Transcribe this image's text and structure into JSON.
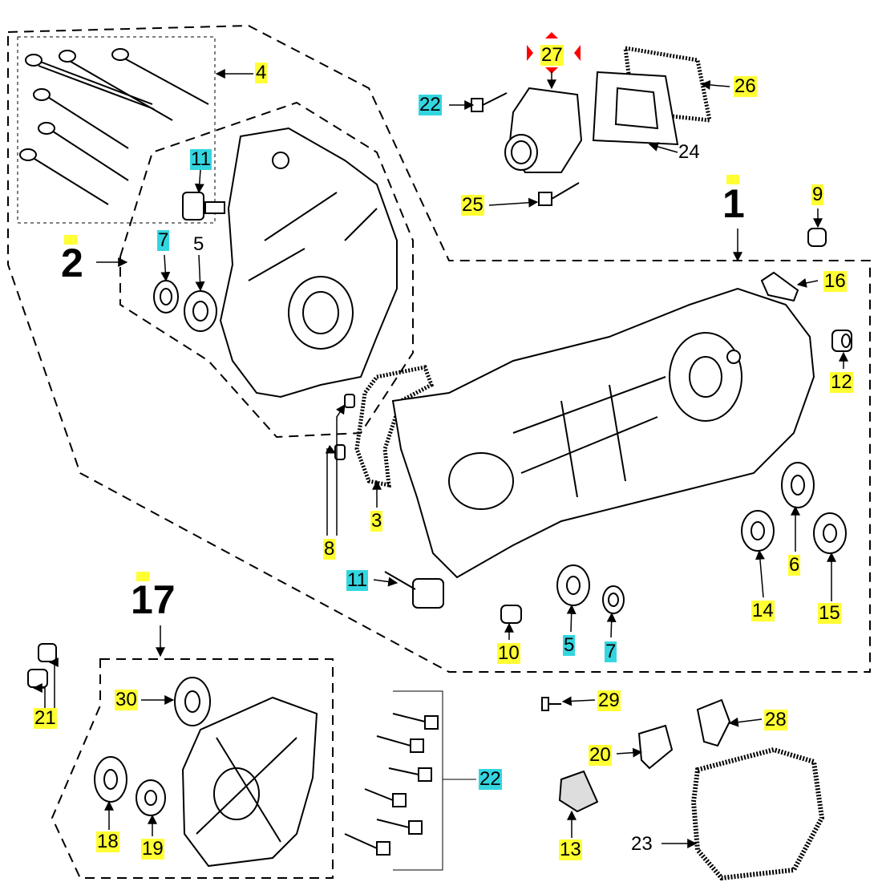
{
  "callouts": {
    "c1": "1",
    "c2": "2",
    "c3": "3",
    "c4": "4",
    "c5a": "5",
    "c5b": "5",
    "c6": "6",
    "c7a": "7",
    "c7b": "7",
    "c8": "8",
    "c9": "9",
    "c10": "10",
    "c11a": "11",
    "c11b": "11",
    "c12": "12",
    "c13": "13",
    "c14": "14",
    "c15": "15",
    "c16": "16",
    "c17": "17",
    "c18": "18",
    "c19": "19",
    "c20": "20",
    "c21": "21",
    "c22a": "22",
    "c22b": "22",
    "c23": "23",
    "c24": "24",
    "c25": "25",
    "c26": "26",
    "c27": "27",
    "c28": "28",
    "c29": "29",
    "c30": "30"
  },
  "colors": {
    "highlight_yellow": "#ffff33",
    "highlight_cyan": "#33d6e0",
    "marker_red": "#ff0000",
    "line": "#000000"
  }
}
